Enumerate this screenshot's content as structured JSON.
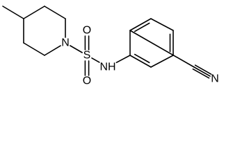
{
  "molecule": {
    "atoms": [
      {
        "id": "methyl",
        "symbol": ""
      },
      {
        "id": "pip_c4",
        "symbol": ""
      },
      {
        "id": "pip_c3a",
        "symbol": ""
      },
      {
        "id": "pip_c2a",
        "symbol": ""
      },
      {
        "id": "pip_n1",
        "symbol": "N"
      },
      {
        "id": "pip_c2b",
        "symbol": ""
      },
      {
        "id": "pip_c3b",
        "symbol": ""
      },
      {
        "id": "s",
        "symbol": "S"
      },
      {
        "id": "o_top",
        "symbol": "O"
      },
      {
        "id": "o_bottom",
        "symbol": "O"
      },
      {
        "id": "nh",
        "symbol": "NH"
      },
      {
        "id": "ar_c1",
        "symbol": ""
      },
      {
        "id": "ar_c2",
        "symbol": ""
      },
      {
        "id": "ar_c3",
        "symbol": ""
      },
      {
        "id": "ar_c4",
        "symbol": ""
      },
      {
        "id": "ar_c5",
        "symbol": ""
      },
      {
        "id": "ar_c6",
        "symbol": ""
      },
      {
        "id": "cn_c",
        "symbol": ""
      },
      {
        "id": "cn_n",
        "symbol": "N"
      }
    ],
    "bonds": [
      {
        "from": "methyl",
        "to": "pip_c4",
        "order": 1
      },
      {
        "from": "pip_c4",
        "to": "pip_c3a",
        "order": 1
      },
      {
        "from": "pip_c3a",
        "to": "pip_c2a",
        "order": 1
      },
      {
        "from": "pip_c2a",
        "to": "pip_n1",
        "order": 1
      },
      {
        "from": "pip_n1",
        "to": "pip_c2b",
        "order": 1
      },
      {
        "from": "pip_c2b",
        "to": "pip_c3b",
        "order": 1
      },
      {
        "from": "pip_c3b",
        "to": "pip_c4",
        "order": 1
      },
      {
        "from": "pip_n1",
        "to": "s",
        "order": 1
      },
      {
        "from": "s",
        "to": "o_top",
        "order": 2
      },
      {
        "from": "s",
        "to": "o_bottom",
        "order": 2
      },
      {
        "from": "s",
        "to": "nh",
        "order": 1
      },
      {
        "from": "nh",
        "to": "ar_c1",
        "order": 1
      },
      {
        "from": "ar_c1",
        "to": "ar_c2",
        "order": 2
      },
      {
        "from": "ar_c2",
        "to": "ar_c3",
        "order": 1
      },
      {
        "from": "ar_c3",
        "to": "ar_c4",
        "order": 2
      },
      {
        "from": "ar_c4",
        "to": "ar_c5",
        "order": 1
      },
      {
        "from": "ar_c5",
        "to": "ar_c6",
        "order": 2
      },
      {
        "from": "ar_c6",
        "to": "ar_c1",
        "order": 1
      },
      {
        "from": "ar_c6",
        "to": "cn_c",
        "order": 1
      },
      {
        "from": "cn_c",
        "to": "cn_n",
        "order": 3
      }
    ]
  }
}
